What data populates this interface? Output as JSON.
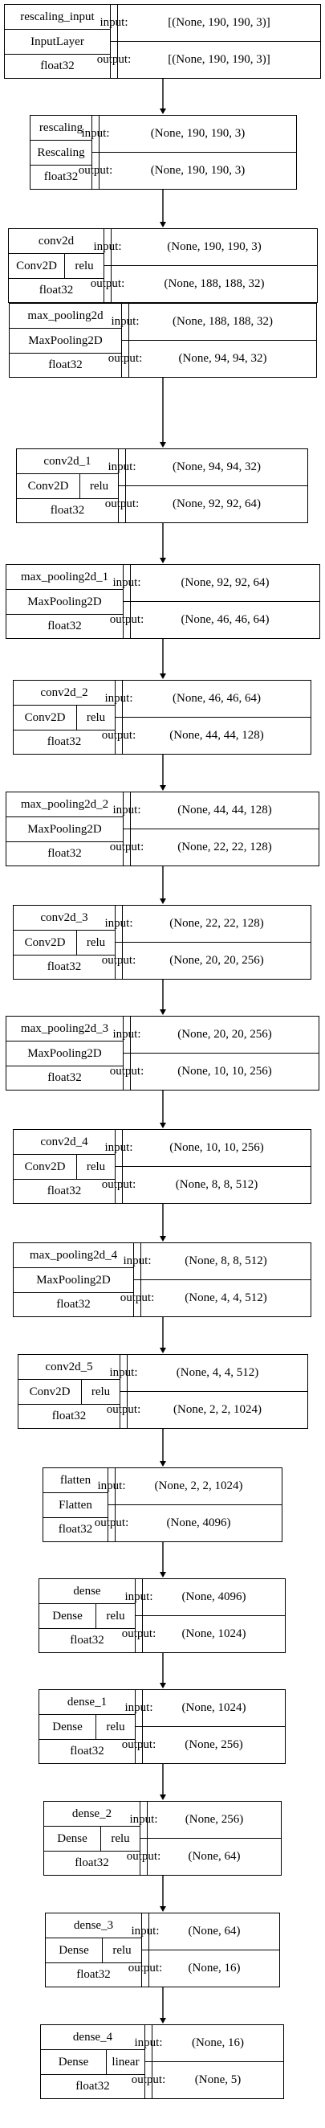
{
  "labels": {
    "input": "input:",
    "output": "output:"
  },
  "layers": [
    {
      "name": "rescaling_input",
      "class": "InputLayer",
      "activation": "",
      "dtype": "float32",
      "input": "[(None, 190, 190, 3)]",
      "output": "[(None, 190, 190, 3)]"
    },
    {
      "name": "rescaling",
      "class": "Rescaling",
      "activation": "",
      "dtype": "float32",
      "input": "(None, 190, 190, 3)",
      "output": "(None, 190, 190, 3)"
    },
    {
      "name": "conv2d",
      "class": "Conv2D",
      "activation": "relu",
      "dtype": "float32",
      "input": "(None, 190, 190, 3)",
      "output": "(None, 188, 188, 32)"
    },
    {
      "name": "max_pooling2d",
      "class": "MaxPooling2D",
      "activation": "",
      "dtype": "float32",
      "input": "(None, 188, 188, 32)",
      "output": "(None, 94, 94, 32)"
    },
    {
      "name": "conv2d_1",
      "class": "Conv2D",
      "activation": "relu",
      "dtype": "float32",
      "input": "(None, 94, 94, 32)",
      "output": "(None, 92, 92, 64)"
    },
    {
      "name": "max_pooling2d_1",
      "class": "MaxPooling2D",
      "activation": "",
      "dtype": "float32",
      "input": "(None, 92, 92, 64)",
      "output": "(None, 46, 46, 64)"
    },
    {
      "name": "conv2d_2",
      "class": "Conv2D",
      "activation": "relu",
      "dtype": "float32",
      "input": "(None, 46, 46, 64)",
      "output": "(None, 44, 44, 128)"
    },
    {
      "name": "max_pooling2d_2",
      "class": "MaxPooling2D",
      "activation": "",
      "dtype": "float32",
      "input": "(None, 44, 44, 128)",
      "output": "(None, 22, 22, 128)"
    },
    {
      "name": "conv2d_3",
      "class": "Conv2D",
      "activation": "relu",
      "dtype": "float32",
      "input": "(None, 22, 22, 128)",
      "output": "(None, 20, 20, 256)"
    },
    {
      "name": "max_pooling2d_3",
      "class": "MaxPooling2D",
      "activation": "",
      "dtype": "float32",
      "input": "(None, 20, 20, 256)",
      "output": "(None, 10, 10, 256)"
    },
    {
      "name": "conv2d_4",
      "class": "Conv2D",
      "activation": "relu",
      "dtype": "float32",
      "input": "(None, 10, 10, 256)",
      "output": "(None, 8, 8, 512)"
    },
    {
      "name": "max_pooling2d_4",
      "class": "MaxPooling2D",
      "activation": "",
      "dtype": "float32",
      "input": "(None, 8, 8, 512)",
      "output": "(None, 4, 4, 512)"
    },
    {
      "name": "conv2d_5",
      "class": "Conv2D",
      "activation": "relu",
      "dtype": "float32",
      "input": "(None, 4, 4, 512)",
      "output": "(None, 2, 2, 1024)"
    },
    {
      "name": "flatten",
      "class": "Flatten",
      "activation": "",
      "dtype": "float32",
      "input": "(None, 2, 2, 1024)",
      "output": "(None, 4096)"
    },
    {
      "name": "dense",
      "class": "Dense",
      "activation": "relu",
      "dtype": "float32",
      "input": "(None, 4096)",
      "output": "(None, 1024)"
    },
    {
      "name": "dense_1",
      "class": "Dense",
      "activation": "relu",
      "dtype": "float32",
      "input": "(None, 1024)",
      "output": "(None, 256)"
    },
    {
      "name": "dense_2",
      "class": "Dense",
      "activation": "relu",
      "dtype": "float32",
      "input": "(None, 256)",
      "output": "(None, 64)"
    },
    {
      "name": "dense_3",
      "class": "Dense",
      "activation": "relu",
      "dtype": "float32",
      "input": "(None, 64)",
      "output": "(None, 16)"
    },
    {
      "name": "dense_4",
      "class": "Dense",
      "activation": "linear",
      "dtype": "float32",
      "input": "(None, 16)",
      "output": "(None, 5)"
    }
  ]
}
